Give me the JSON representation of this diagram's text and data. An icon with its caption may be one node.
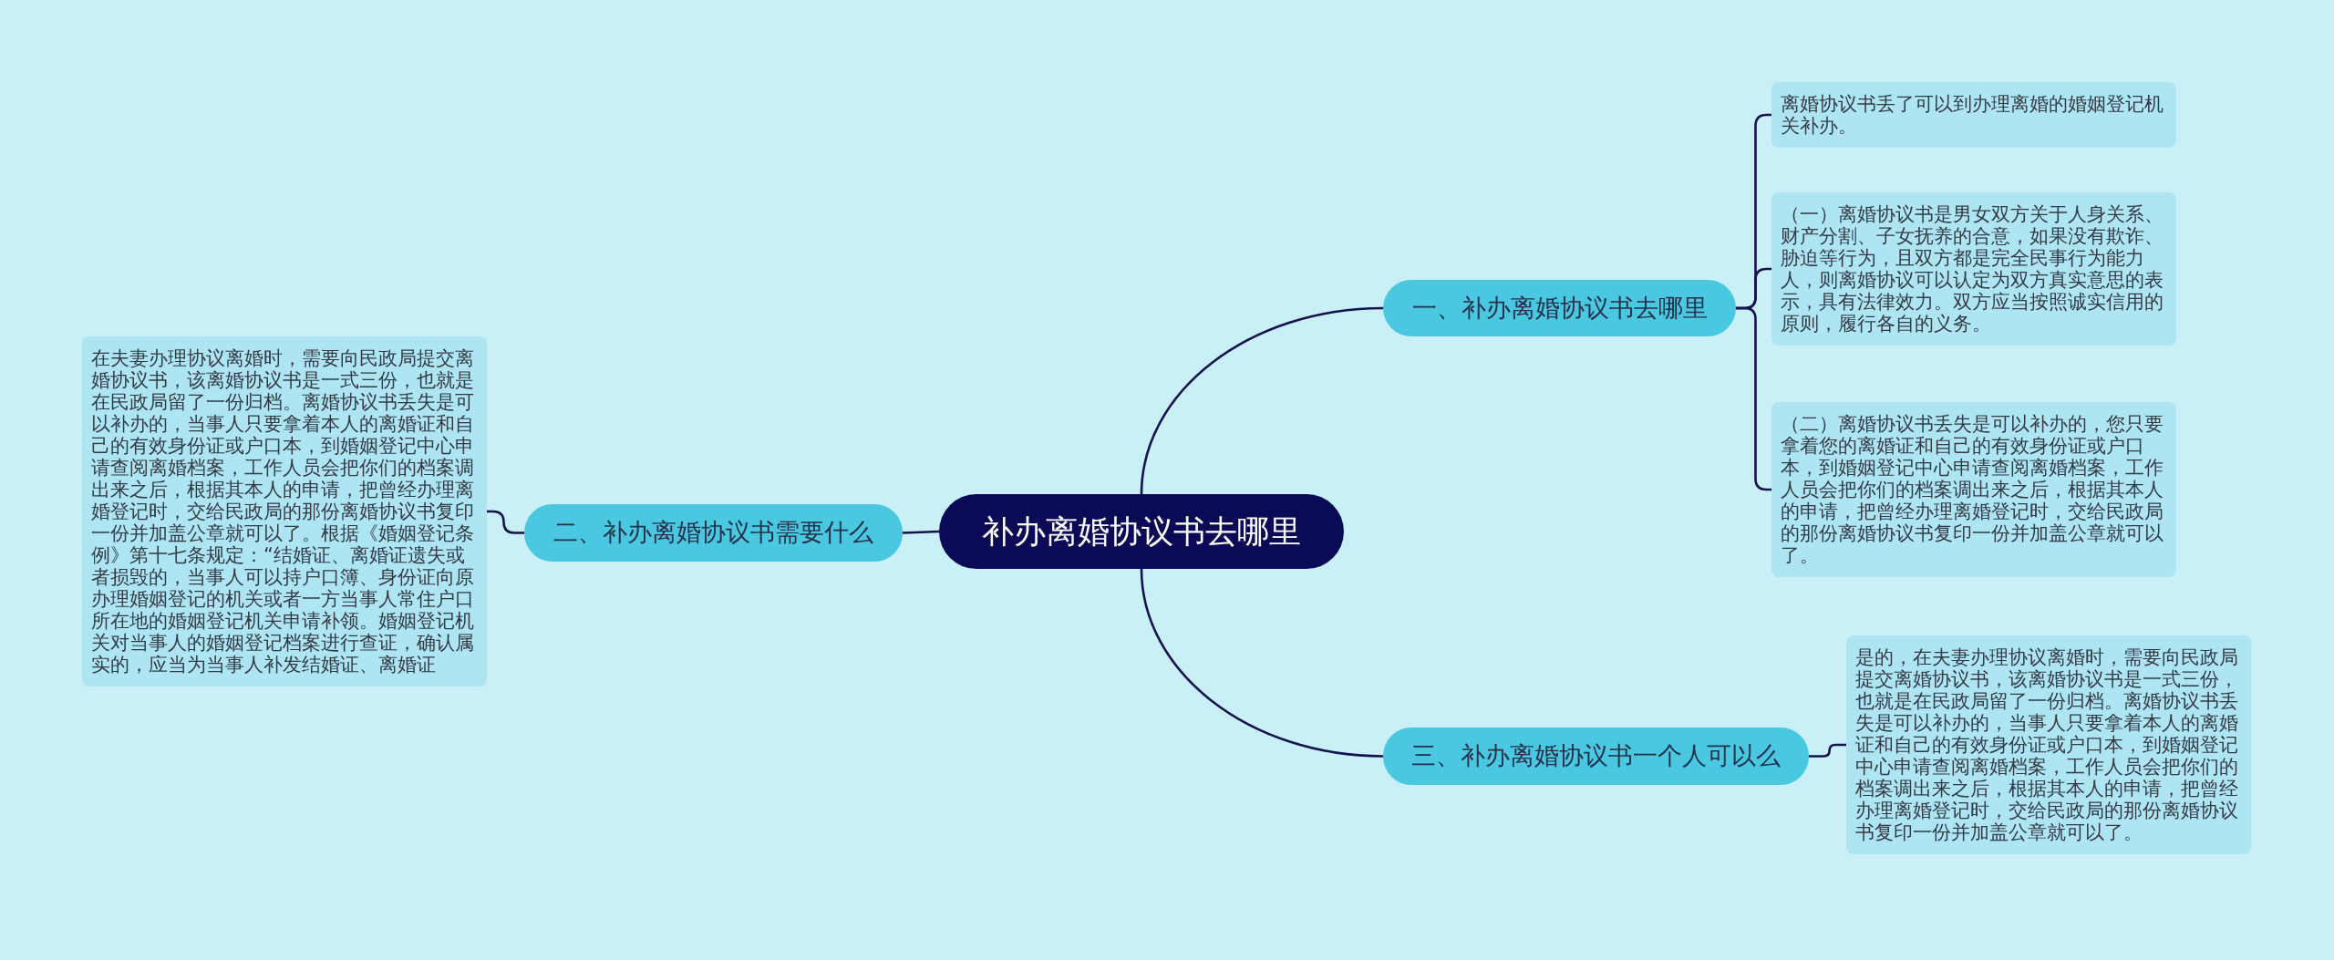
{
  "diagram": {
    "nodes": [
      {
        "text": [
          "补办离婚协议书去哪里"
        ]
      },
      {
        "text": [
          "一、补办离婚协议书去哪里"
        ]
      },
      {
        "text": [
          "离婚协议书丢了可以到办理离婚的婚姻登记机关补办。"
        ]
      },
      {
        "text": [
          "（一）离婚协议书是男女双方关于人身关系、财产分割、子女抚养的合意，如果没有欺诈、胁迫等行为，且双方都是完全民事行为能力人，则离婚协议可以认定为双方真实意思的表示，具有法律效力。双方应当按照诚实信用的原则，履行各自的义务。"
        ]
      },
      {
        "text": [
          "（二）离婚协议书丢失是可以补办的，您只要拿着您的离婚证和自己的有效身份证或户口本，到婚姻登记中心申请查阅离婚档案，工作人员会把你们的档案调出来之后，根据其本人的申请，把曾经办理离婚登记时，交给民政局的那份离婚协议书复印一份并加盖公章就可以了。"
        ]
      },
      {
        "text": [
          "二、补办离婚协议书需要什么"
        ]
      },
      {
        "text": [
          "在夫妻办理协议离婚时，需要向民政局提交离婚协议书，该离婚协议书是一式三份，也就是在民政局留了一份归档。离婚协议书丢失是可以补办的，当事人只要拿着本人的离婚证和自己的有效身份证或户口本，到婚姻登记中心申请查阅离婚档案，工作人员会把你们的档案调出来之后，根据其本人的申请，把曾经办理离婚登记时，交给民政局的那份离婚协议书复印一份并加盖公章就可以了。根据《婚姻登记条例》第十七条规定：“结婚证、离婚证遗失或者损毁的，当事人可以持户口簿、身份证向原办理婚姻登记的机关或者一方当事人常住户口所在地的婚姻登记机关申请补领。婚姻登记机关对当事人的婚姻登记档案进行查证，确认属实的，应当为当事人补发结婚证、离婚证"
        ]
      },
      {
        "text": [
          "三、补办离婚协议书一个人可以么"
        ]
      },
      {
        "text": [
          "是的，在夫妻办理协议离婚时，需要向民政局提交离婚协议书，该离婚协议书是一式三份，也就是在民政局留了一份归档。离婚协议书丢失是可以补办的，当事人只要拿着本人的离婚证和自己的有效身份证或户口本，到婚姻登记中心申请查阅离婚档案，工作人员会把你们的档案调出来之后，根据其本人的申请，把曾经办理离婚登记时，交给民政局的那份离婚协议书复印一份并加盖公章就可以了。"
        ]
      }
    ],
    "edges": [
      {
        "from": 0,
        "to": 1,
        "arrow": "none"
      },
      {
        "from": 1,
        "to": 2,
        "arrow": "none"
      },
      {
        "from": 1,
        "to": 3,
        "arrow": "none"
      },
      {
        "from": 1,
        "to": 4,
        "arrow": "none"
      },
      {
        "from": 0,
        "to": 5,
        "arrow": "none"
      },
      {
        "from": 5,
        "to": 6,
        "arrow": "none"
      },
      {
        "from": 0,
        "to": 7,
        "arrow": "none"
      },
      {
        "from": 7,
        "to": 8,
        "arrow": "none"
      }
    ]
  }
}
